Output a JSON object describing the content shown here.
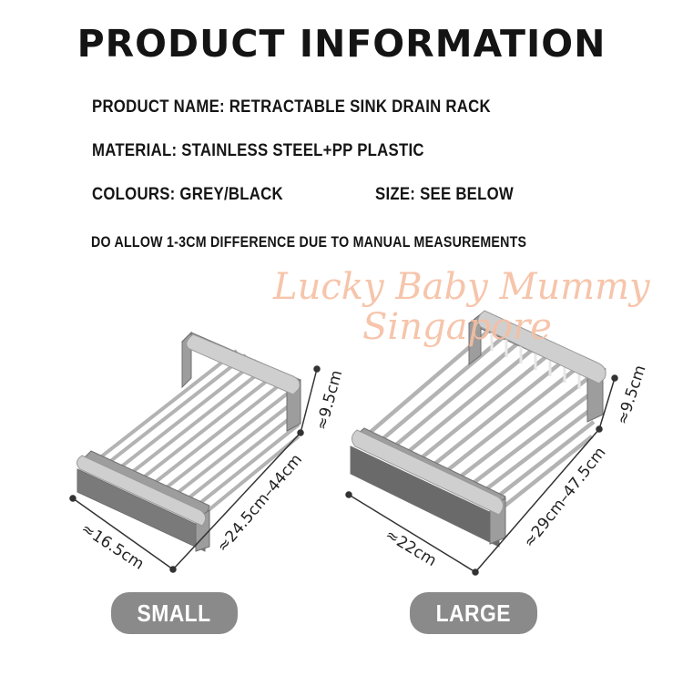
{
  "title": "PRODUCT INFORMATION",
  "info": {
    "product_name": "PRODUCT NAME: RETRACTABLE SINK DRAIN RACK",
    "material": "MATERIAL: STAINLESS STEEL+PP PLASTIC",
    "colours": "COLOURS: GREY/BLACK",
    "size": "SIZE: SEE BELOW",
    "note": "DO ALLOW 1-3CM DIFFERENCE DUE TO MANUAL MEASUREMENTS"
  },
  "watermark": {
    "line1": "Lucky Baby Mummy",
    "line2": "Singapore",
    "color": "#f6bfa2"
  },
  "products": [
    {
      "label": "SMALL",
      "dimensions": {
        "width": "≈16.5cm",
        "length": "≈24.5cm–44cm",
        "height": "≈9.5cm"
      }
    },
    {
      "label": "LARGE",
      "dimensions": {
        "width": "≈22cm",
        "length": "≈29cm–47.5cm",
        "height": "≈9.5cm"
      }
    }
  ],
  "colors": {
    "pill": "#8a8a8a",
    "text": "#151515",
    "rack_frame": "#9a9a9a",
    "rack_rod": "#b8b8b8"
  }
}
